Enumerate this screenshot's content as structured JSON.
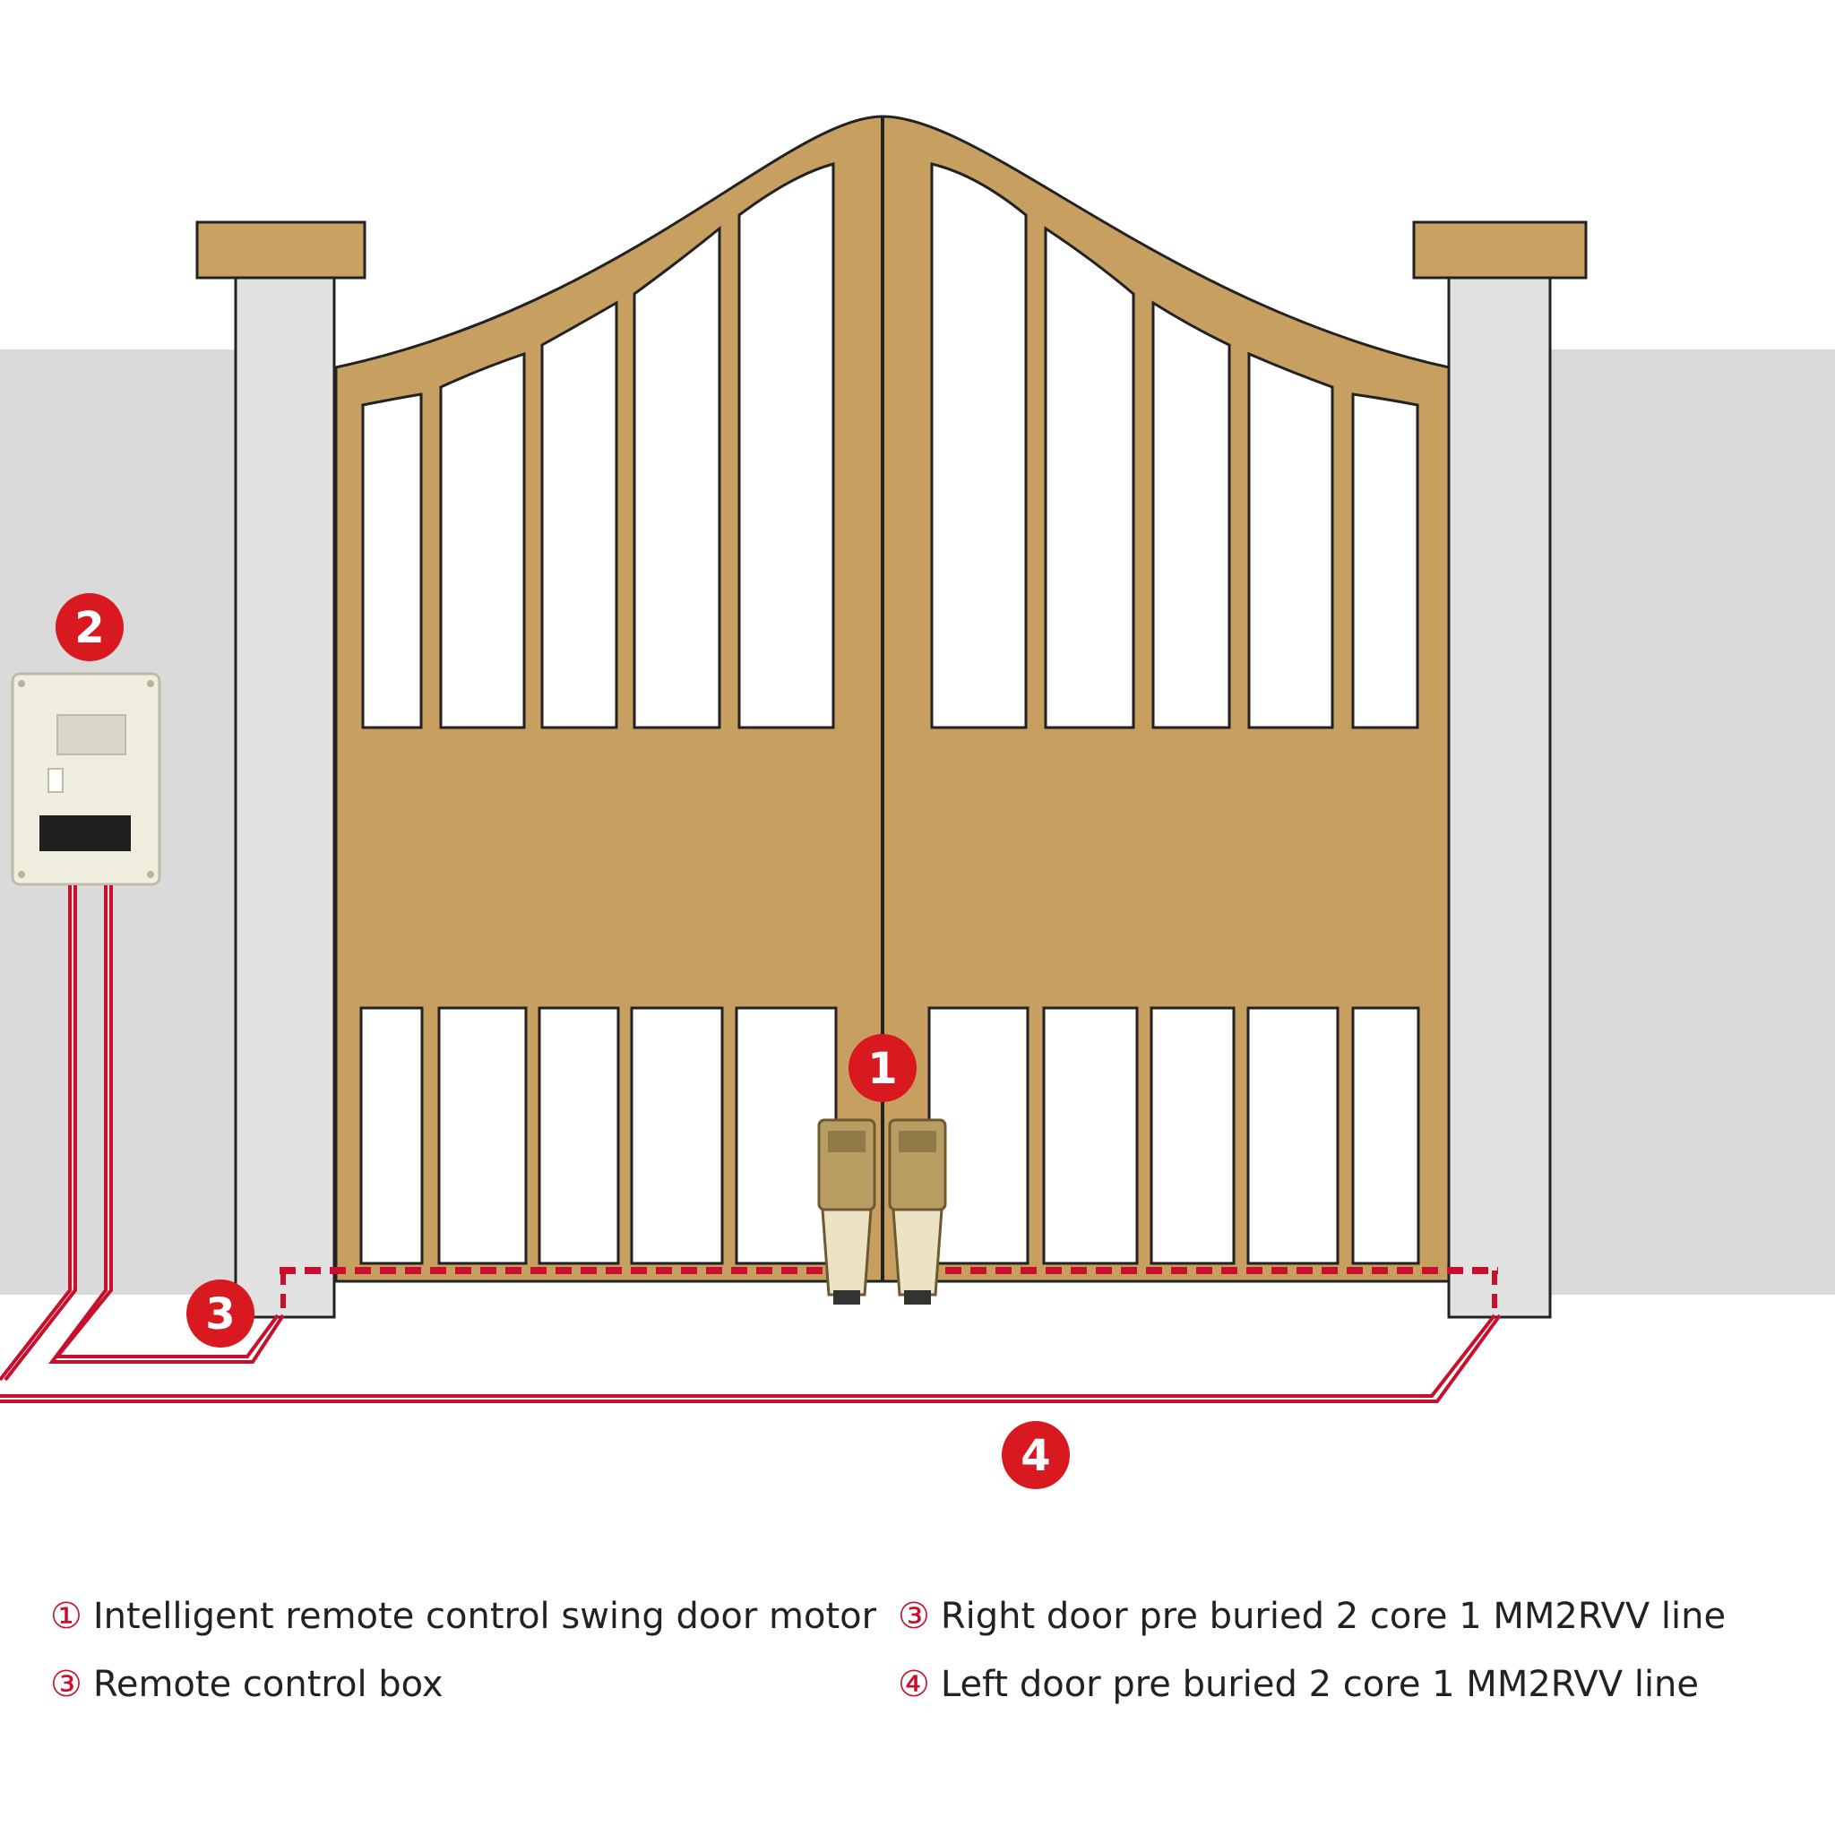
{
  "colors": {
    "wall": "#dadada",
    "pillar": "#e2e2e2",
    "gate": "#c7a061",
    "cap": "#c9a263",
    "outline": "#222222",
    "wire": "#c8102e",
    "badge": "#d81920",
    "box": "#efeedf",
    "motor": "#b79d62"
  },
  "badges": {
    "motor": "1",
    "control_box": "2",
    "right_line": "3",
    "left_line": "4"
  },
  "legend": [
    {
      "num": "①",
      "text": "Intelligent remote control swing door motor"
    },
    {
      "num": "③",
      "text": "Remote control box"
    },
    {
      "num": "③",
      "text": "Right door pre buried 2 core 1 MM2RVV line"
    },
    {
      "num": "④",
      "text": "Left door pre buried 2 core 1 MM2RVV line"
    }
  ]
}
